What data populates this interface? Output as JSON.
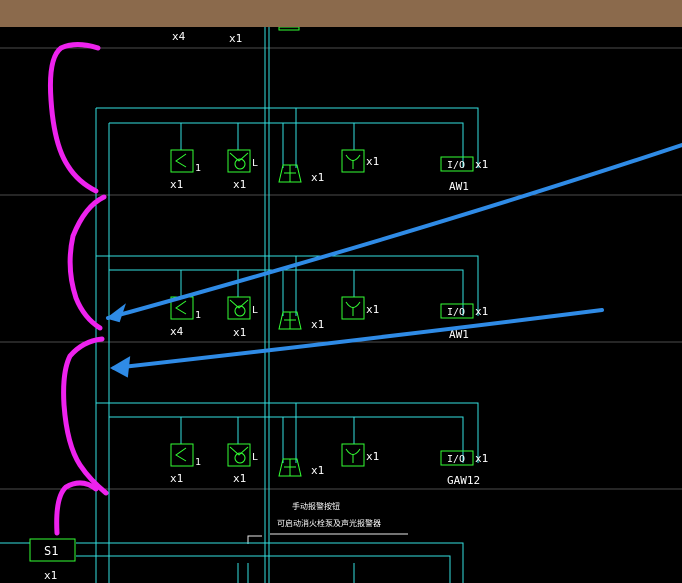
{
  "window": {
    "titlebar_color": "#8b6a4c"
  },
  "colors": {
    "wire": "#33e0e0",
    "device": "#33ff33",
    "bracket": "#ee22ee",
    "arrow": "#2f8be6",
    "text": "#ffffff"
  },
  "top_labels": {
    "left_count": "x4",
    "right_count": "x1"
  },
  "floors": [
    {
      "smoke_count": "x1",
      "smoke_sub": "1",
      "heat_count": "x1",
      "heat_sub": "L",
      "alarm_count": "x1",
      "speaker_count": "x1",
      "module_label": "I/O",
      "module_count": "x1",
      "module_tag": "AW1"
    },
    {
      "smoke_count": "x4",
      "smoke_sub": "1",
      "heat_count": "x1",
      "heat_sub": "L",
      "alarm_count": "x1",
      "speaker_count": "x1",
      "module_label": "I/O",
      "module_count": "x1",
      "module_tag": "AW1"
    },
    {
      "smoke_count": "x1",
      "smoke_sub": "1",
      "heat_count": "x1",
      "heat_sub": "L",
      "alarm_count": "x1",
      "speaker_count": "x1",
      "module_label": "I/O",
      "module_count": "x1",
      "module_tag": "GAW12"
    }
  ],
  "notes": {
    "line1": "手动报警按钮",
    "line2": "可启动消火栓泵及声光报警器"
  },
  "bottom_box": {
    "label": "S1",
    "count": "x1"
  }
}
